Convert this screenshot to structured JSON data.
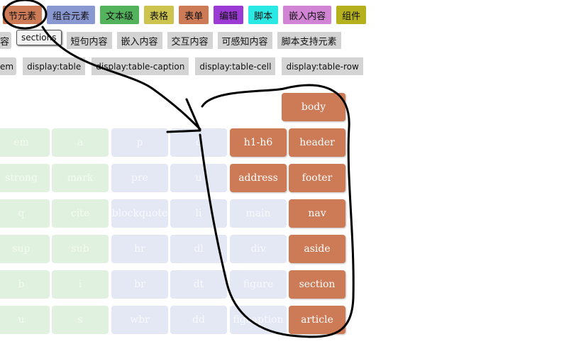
{
  "categories": [
    {
      "label": "节元素",
      "color": "#cd7a56"
    },
    {
      "label": "组合元素",
      "color": "#8a98d2"
    },
    {
      "label": "文本级",
      "color": "#52b35c"
    },
    {
      "label": "表格",
      "color": "#cdc450"
    },
    {
      "label": "表单",
      "color": "#cd7a56"
    },
    {
      "label": "编辑",
      "color": "#9b3ad5"
    },
    {
      "label": "脚本",
      "color": "#2ae8e3"
    },
    {
      "label": "嵌入内容",
      "color": "#d184d4"
    },
    {
      "label": "组件",
      "color": "#b5b01e"
    }
  ],
  "content_tabs": {
    "partial": "容",
    "active": "sections",
    "items": [
      "短句内容",
      "嵌入内容",
      "交互内容",
      "可感知内容",
      "脚本支持元素"
    ]
  },
  "display_tabs": {
    "partial": "em",
    "items": [
      "display:table",
      "display:table-caption",
      "display:table-cell",
      "display:table-row"
    ]
  },
  "grid": {
    "body": "body",
    "rows": [
      [
        "em",
        "a",
        "p",
        "o",
        "h1-h6",
        "header"
      ],
      [
        "strong",
        "mark",
        "pre",
        "u",
        "address",
        "footer"
      ],
      [
        "q",
        "cite",
        "blockquote",
        "li",
        "main",
        "nav"
      ],
      [
        "sup",
        "sub",
        "hr",
        "dl",
        "div",
        "aside"
      ],
      [
        "b",
        "i",
        "br",
        "dt",
        "figure",
        "section"
      ],
      [
        "u",
        "s",
        "wbr",
        "dd",
        "figcaption",
        "article"
      ]
    ],
    "kinds": [
      "green",
      "green",
      "blue",
      "blue",
      "orange",
      "orange"
    ],
    "row4_overrides": [
      "green",
      "green",
      "blue",
      "blue",
      "blue",
      "orange"
    ]
  }
}
